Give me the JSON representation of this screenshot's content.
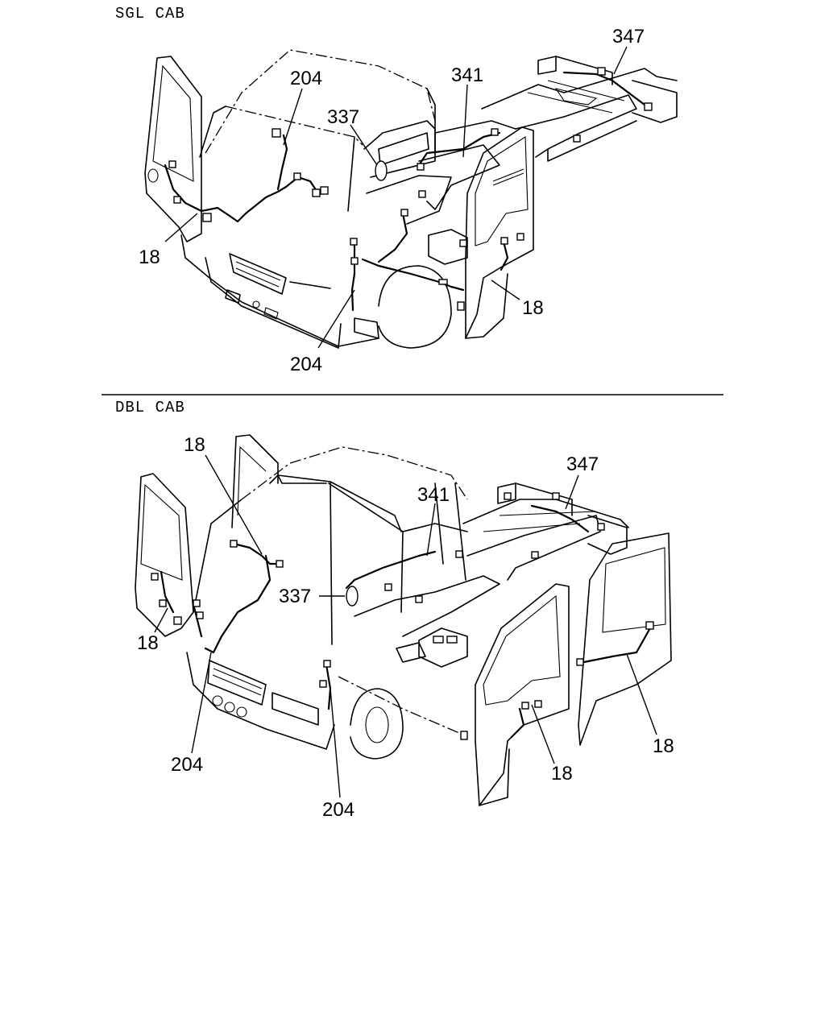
{
  "sections": [
    {
      "title": "SGL CAB",
      "callouts": [
        "204",
        "337",
        "341",
        "347",
        "18",
        "18",
        "204"
      ]
    },
    {
      "title": "DBL CAB",
      "callouts": [
        "18",
        "341",
        "347",
        "337",
        "18",
        "204",
        "204",
        "18",
        "18"
      ]
    }
  ]
}
